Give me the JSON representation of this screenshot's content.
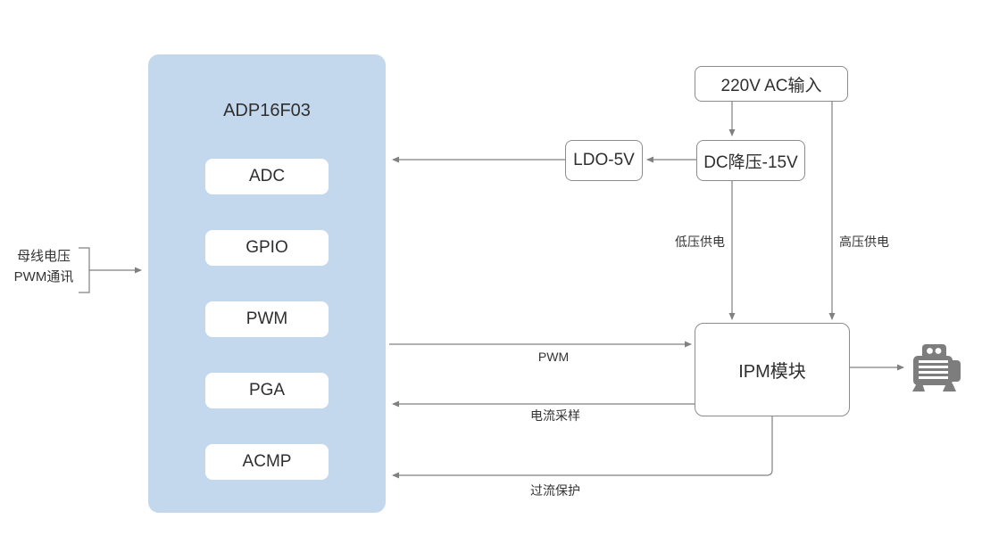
{
  "diagram": {
    "mcu": {
      "title": "ADP16F03",
      "modules": [
        {
          "label": "ADC"
        },
        {
          "label": "GPIO"
        },
        {
          "label": "PWM"
        },
        {
          "label": "PGA"
        },
        {
          "label": "ACMP"
        }
      ]
    },
    "bus_input": {
      "line1": "母线电压",
      "line2": "PWM通讯"
    },
    "nodes": {
      "ac_input": {
        "label": "220V AC输入"
      },
      "dc_buck": {
        "label": "DC降压-15V"
      },
      "ldo": {
        "label": "LDO-5V"
      },
      "ipm": {
        "label": "IPM模块"
      }
    },
    "edges": {
      "low_voltage": "低压供电",
      "high_voltage": "高压供电",
      "pwm": "PWM",
      "current_sampling": "电流采样",
      "overcurrent_protection": "过流保护"
    },
    "icons": {
      "motor": "motor-icon"
    },
    "colors": {
      "mcu_fill": "#c3d8ed",
      "node_border": "#8c8c8c",
      "connector": "#808080",
      "text": "#333333",
      "motor_icon": "#7d7d7d"
    }
  }
}
